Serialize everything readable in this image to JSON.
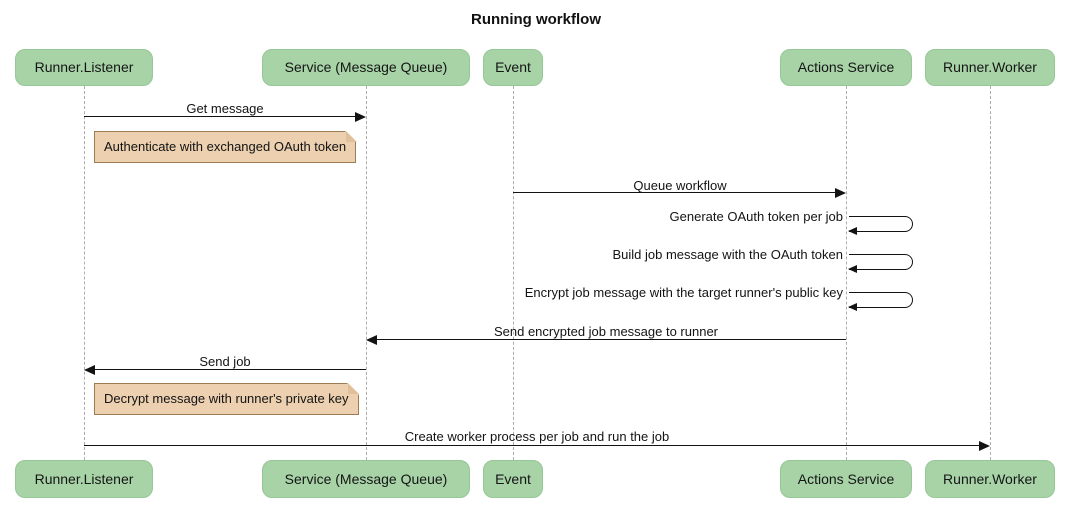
{
  "title": "Running workflow",
  "colors": {
    "background": "#ffffff",
    "actor_fill": "#a7d3a7",
    "actor_border": "#96c796",
    "note_fill": "#ecd0b0",
    "note_border": "#9c7c54",
    "lifeline": "#acacac",
    "line_and_text": "#131313"
  },
  "actors": [
    {
      "label": "Runner.Listener"
    },
    {
      "label": "Service (Message Queue)"
    },
    {
      "label": "Event"
    },
    {
      "label": "Actions Service"
    },
    {
      "label": "Runner.Worker"
    }
  ],
  "messages": [
    {
      "label": "Get message",
      "from": "Runner.Listener",
      "to": "Service (Message Queue)",
      "kind": "solid-arrow"
    },
    {
      "label": "Queue workflow",
      "from": "Event",
      "to": "Actions Service",
      "kind": "solid-arrow"
    },
    {
      "label": "Generate OAuth token per job",
      "from": "Actions Service",
      "to": "Actions Service",
      "kind": "self-loop"
    },
    {
      "label": "Build job message with the OAuth token",
      "from": "Actions Service",
      "to": "Actions Service",
      "kind": "self-loop"
    },
    {
      "label": "Encrypt job message with the target runner's public key",
      "from": "Actions Service",
      "to": "Actions Service",
      "kind": "self-loop"
    },
    {
      "label": "Send encrypted job message to runner",
      "from": "Actions Service",
      "to": "Service (Message Queue)",
      "kind": "solid-arrow"
    },
    {
      "label": "Send job",
      "from": "Service (Message Queue)",
      "to": "Runner.Listener",
      "kind": "solid-arrow"
    },
    {
      "label": "Create worker process per job and run the job",
      "from": "Runner.Listener",
      "to": "Runner.Worker",
      "kind": "solid-arrow"
    }
  ],
  "notes": [
    {
      "text": "Authenticate with exchanged OAuth token",
      "position": "right of Runner.Listener"
    },
    {
      "text": "Decrypt message with runner's private key",
      "position": "right of Runner.Listener"
    }
  ]
}
